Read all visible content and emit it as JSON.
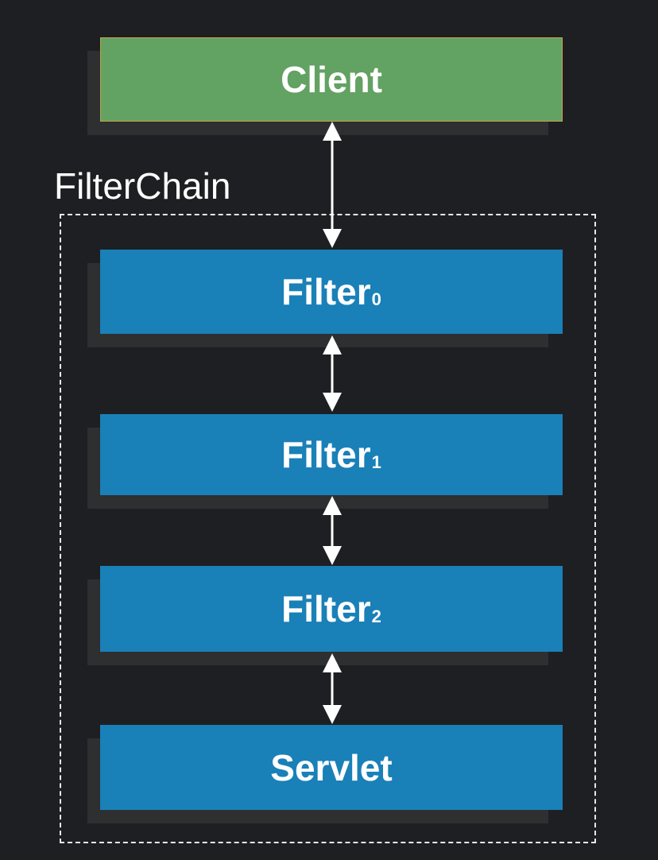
{
  "diagram": {
    "container_label": "FilterChain",
    "nodes": [
      {
        "id": "client",
        "label": "Client",
        "sub": ""
      },
      {
        "id": "filter0",
        "label": "Filter",
        "sub": "0"
      },
      {
        "id": "filter1",
        "label": "Filter",
        "sub": "1"
      },
      {
        "id": "filter2",
        "label": "Filter",
        "sub": "2"
      },
      {
        "id": "servlet",
        "label": "Servlet",
        "sub": ""
      }
    ],
    "edges": [
      {
        "from": "client",
        "to": "filter0",
        "direction": "bidirectional"
      },
      {
        "from": "filter0",
        "to": "filter1",
        "direction": "bidirectional"
      },
      {
        "from": "filter1",
        "to": "filter2",
        "direction": "bidirectional"
      },
      {
        "from": "filter2",
        "to": "servlet",
        "direction": "bidirectional"
      }
    ],
    "colors": {
      "background": "#1e1f22",
      "client_fill": "#62a262",
      "filter_fill": "#1a80b8",
      "text": "#ffffff",
      "arrow": "#ffffff"
    }
  }
}
